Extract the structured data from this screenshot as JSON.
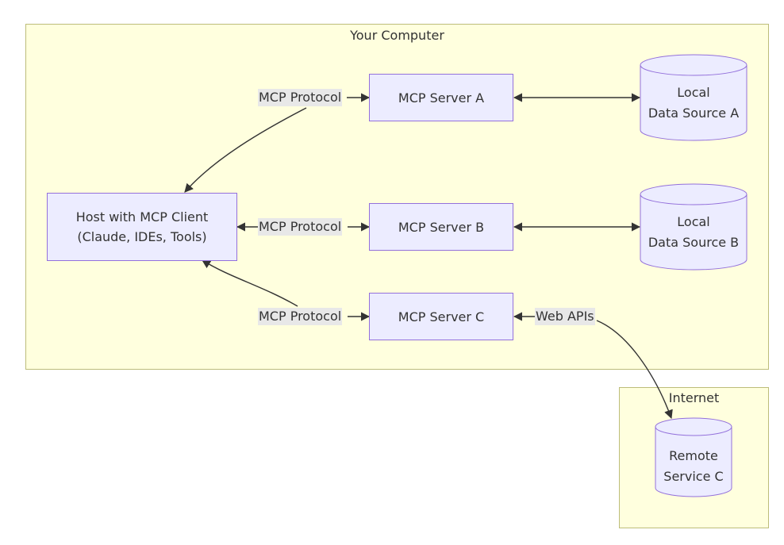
{
  "clusters": {
    "computer": {
      "title": "Your Computer"
    },
    "internet": {
      "title": "Internet"
    }
  },
  "nodes": {
    "host": {
      "line1": "Host with MCP Client",
      "line2": "(Claude, IDEs, Tools)"
    },
    "server_a": {
      "label": "MCP Server A"
    },
    "server_b": {
      "label": "MCP Server B"
    },
    "server_c": {
      "label": "MCP Server C"
    },
    "data_a": {
      "line1": "Local",
      "line2": "Data Source A"
    },
    "data_b": {
      "line1": "Local",
      "line2": "Data Source B"
    },
    "remote_c": {
      "line1": "Remote",
      "line2": "Service C"
    }
  },
  "edges": {
    "protocol_a": "MCP Protocol",
    "protocol_b": "MCP Protocol",
    "protocol_c": "MCP Protocol",
    "web_apis": "Web APIs"
  },
  "colors": {
    "cluster_fill": "#ffffde",
    "cluster_stroke": "#bdbd7a",
    "node_fill": "#ececff",
    "node_stroke": "#9370db",
    "edge": "#333333",
    "edge_label_bg": "#e8e8e8"
  }
}
